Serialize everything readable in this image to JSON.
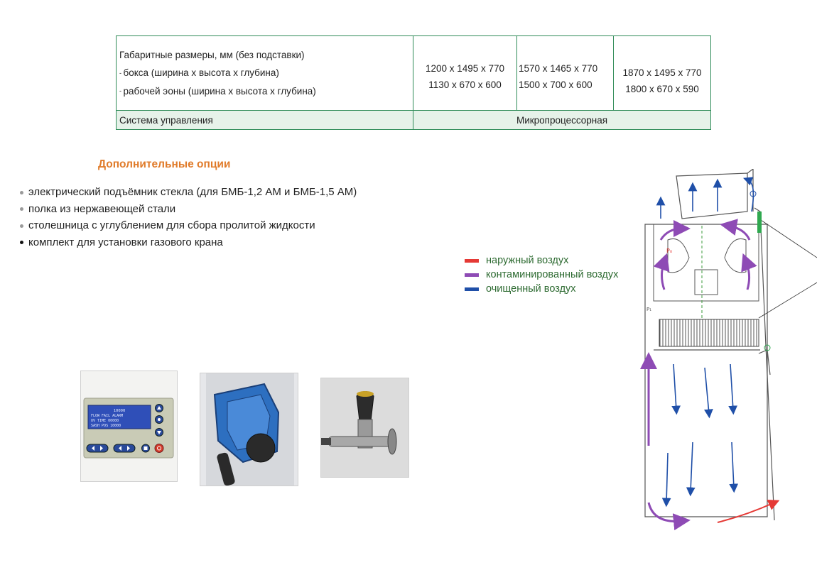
{
  "spec_table": {
    "dims_label_lines": [
      "Габаритные размеры, мм (без подставки)",
      "бокса (ширина х высота х глубина)",
      "рабочей эоны (ширина х высота х глубина)"
    ],
    "dims_values": [
      [
        "1200 х 1495 х 770",
        "1130 х 670 х 600"
      ],
      [
        "1570 х 1465 х 770",
        "1500 х 700 х 600"
      ],
      [
        "1870 х 1495 х 770",
        "1800 х 670 х 590"
      ]
    ],
    "control_label": "Система управления",
    "control_value": "Микропроцессорная"
  },
  "options": {
    "title": "Дополнительные опции",
    "items": [
      "электрический подъёмник стекла (для БМБ-1,2 АМ и БМБ-1,5 АМ)",
      "полка из нержавеющей стали",
      "столешница с углублением для сбора пролитой жидкости",
      "комплект для установки газового крана"
    ]
  },
  "legend": {
    "items": [
      {
        "label": "наружный воздух",
        "color": "#e53935"
      },
      {
        "label": "контаминированный воздух",
        "color": "#8e4bb5"
      },
      {
        "label": "очищенный воздух",
        "color": "#1f4fa8"
      }
    ]
  },
  "photos": {
    "controller_screen_lines": [
      "10000",
      "FLOW FAIL ALARM",
      "UV TIME 00000",
      "SASH POS 10000"
    ],
    "controller_icons": [
      "up-arrow-icon",
      "ok-icon",
      "down-arrow-icon",
      "left-arrow-icon",
      "right-arrow-icon",
      "menu-icon",
      "power-icon"
    ]
  },
  "diagram": {
    "labels": [
      "P₀",
      "P₁"
    ]
  },
  "colors": {
    "table_border": "#2e8b57",
    "table_highlight": "#e6f2e9",
    "options_title": "#e07b2a",
    "legend_text": "#2e6b32"
  }
}
